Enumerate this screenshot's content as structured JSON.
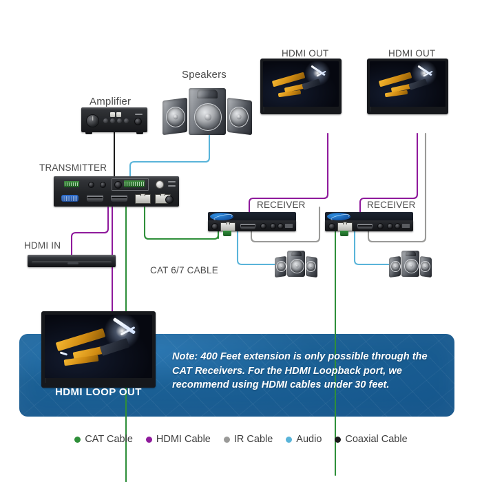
{
  "diagram": {
    "title_labels": {
      "transmitter": "TRANSMITTER",
      "receiver_left": "RECEIVER",
      "receiver_right": "RECEIVER",
      "amplifier": "Amplifier",
      "speakers": "Speakers",
      "hdmi_in": "HDMI IN",
      "hdmi_out_left": "HDMI OUT",
      "hdmi_out_right": "HDMI OUT",
      "cat_cable": "CAT 6/7 CABLE",
      "hdmi_loop_out": "HDMI LOOP OUT"
    }
  },
  "note": {
    "text": "Note: 400 Feet extension is only possible through the CAT Receivers. For the HDMI Loopback port, we recommend using HDMI cables under 30 feet.",
    "background_color": "#1b6095"
  },
  "legend": {
    "items": [
      {
        "label": "CAT Cable",
        "color": "#2f8f3a"
      },
      {
        "label": "HDMI Cable",
        "color": "#8f1a9c"
      },
      {
        "label": "IR Cable",
        "color": "#9a9a98"
      },
      {
        "label": "Audio",
        "color": "#59b4d9"
      },
      {
        "label": "Coaxial Cable",
        "color": "#1a1a1a"
      }
    ]
  },
  "colors": {
    "cat": "#2f8f3a",
    "hdmi": "#8f1a9c",
    "ir": "#9a9a98",
    "audio": "#59b4d9",
    "coax": "#1a1a1a",
    "label_text": "#4a4a4a",
    "banner": "#1b6095"
  }
}
